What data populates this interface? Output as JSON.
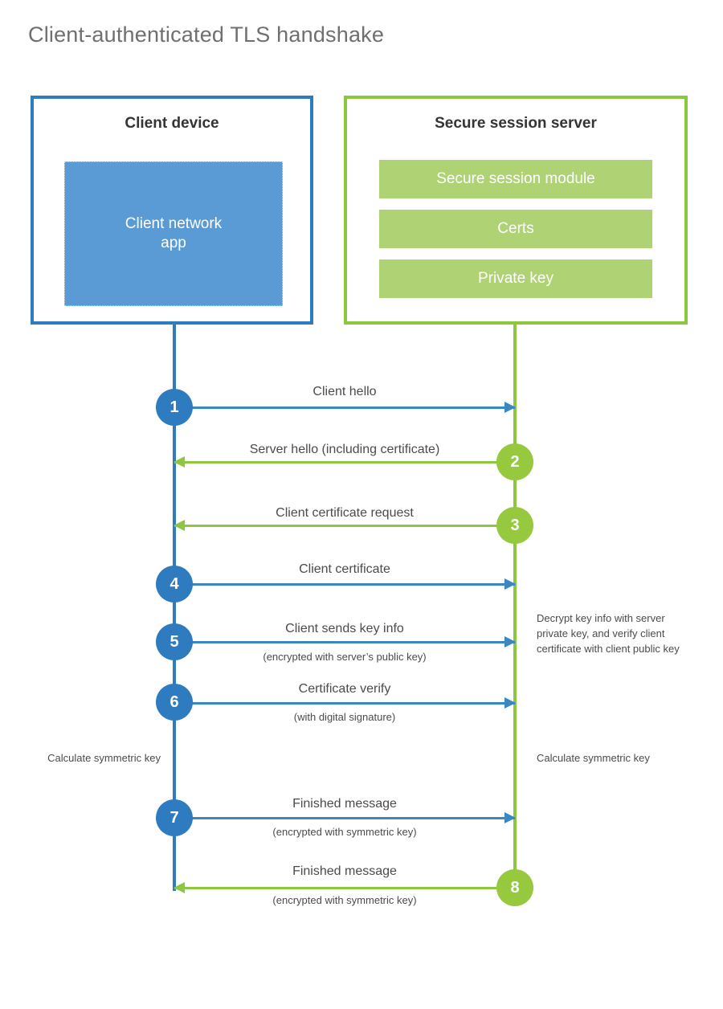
{
  "title": "Client-authenticated TLS handshake",
  "colors": {
    "client_blue": "#2e7cbf",
    "client_app_fill": "#5b9bd5",
    "server_green": "#8dc63f",
    "server_bar_fill": "#afd275",
    "arrow_blue": "#3b87c4",
    "text_gray": "#4a4b4d",
    "title_gray": "#6e6f71"
  },
  "client": {
    "title": "Client device",
    "app_label": "Client network\napp",
    "app_label_line1": "Client network",
    "app_label_line2": "app"
  },
  "server": {
    "title": "Secure session server",
    "components": [
      {
        "label": "Secure session module"
      },
      {
        "label": "Certs"
      },
      {
        "label": "Private key"
      }
    ]
  },
  "steps": [
    {
      "number": "1",
      "direction": "client-to-server",
      "label": "Client hello",
      "sublabel": "",
      "origin": "client"
    },
    {
      "number": "2",
      "direction": "server-to-client",
      "label": "Server hello (including certificate)",
      "sublabel": "",
      "origin": "server"
    },
    {
      "number": "3",
      "direction": "server-to-client",
      "label": "Client certificate request",
      "sublabel": "",
      "origin": "server"
    },
    {
      "number": "4",
      "direction": "client-to-server",
      "label": "Client certificate",
      "sublabel": "",
      "origin": "client"
    },
    {
      "number": "5",
      "direction": "client-to-server",
      "label": "Client sends key info",
      "sublabel": "(encrypted with server’s public key)",
      "origin": "client"
    },
    {
      "number": "6",
      "direction": "client-to-server",
      "label": "Certificate verify",
      "sublabel": "(with digital signature)",
      "origin": "client"
    },
    {
      "number": "7",
      "direction": "client-to-server",
      "label": "Finished message",
      "sublabel": "(encrypted with symmetric key)",
      "origin": "client"
    },
    {
      "number": "8",
      "direction": "server-to-client",
      "label": "Finished message",
      "sublabel": "(encrypted with symmetric key)",
      "origin": "server"
    }
  ],
  "annotations": {
    "server_decrypt": "Decrypt key info with server private key, and verify client certificate with client public key",
    "client_calculate": "Calculate symmetric key",
    "server_calculate": "Calculate symmetric key"
  }
}
